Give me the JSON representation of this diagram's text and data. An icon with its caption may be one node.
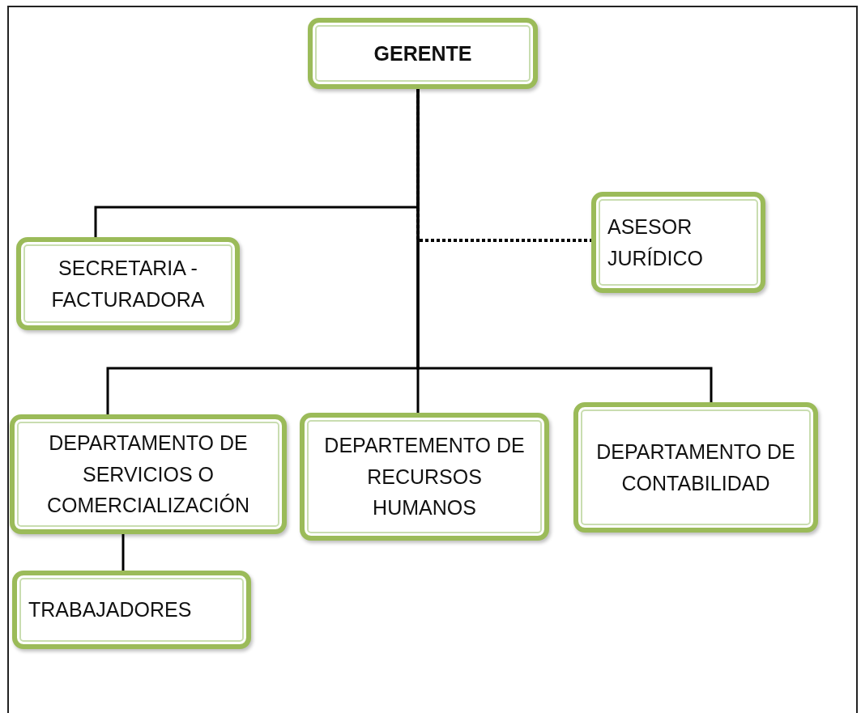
{
  "diagram": {
    "nodes": [
      {
        "text": [
          "GERENTE"
        ]
      },
      {
        "text": [
          "SECRETARIA - FACTURADORA"
        ]
      },
      {
        "text": [
          "ASESOR JURÍDICO"
        ]
      },
      {
        "text": [
          "DEPARTAMENTO DE SERVICIOS O COMERCIALIZACIÓN"
        ]
      },
      {
        "text": [
          "DEPARTEMENTO DE RECURSOS HUMANOS"
        ]
      },
      {
        "text": [
          "DEPARTAMENTO DE CONTABILIDAD"
        ]
      },
      {
        "text": [
          "TRABAJADORES"
        ]
      }
    ],
    "edges": [
      {
        "from": 0,
        "to": 1,
        "arrow": "none"
      },
      {
        "from": 0,
        "to": 2,
        "arrow": "none",
        "style": "dashed"
      },
      {
        "from": 0,
        "to": 3,
        "arrow": "none"
      },
      {
        "from": 0,
        "to": 4,
        "arrow": "none"
      },
      {
        "from": 0,
        "to": 5,
        "arrow": "none"
      },
      {
        "from": 3,
        "to": 6,
        "arrow": "none"
      }
    ]
  }
}
